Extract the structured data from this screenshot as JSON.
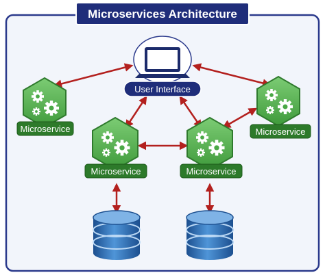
{
  "title": "Microservices Architecture",
  "ui_label": "User Interface",
  "services": [
    {
      "label": "Microservice"
    },
    {
      "label": "Microservice"
    },
    {
      "label": "Microservice"
    },
    {
      "label": "Microservice"
    }
  ],
  "colors": {
    "frame": "#2b3a8c",
    "title_bg": "#1f2d7a",
    "panel_bg": "#f2f5fb",
    "hex_fill": "#5db85a",
    "hex_stroke": "#2f7a2d",
    "label_bg": "#2d7a2a",
    "arrow": "#b3201e",
    "db_top": "#7fb3e6",
    "db_body": "#2f6fb8"
  },
  "icons": [
    "laptop-icon",
    "gear-icon",
    "database-icon"
  ]
}
